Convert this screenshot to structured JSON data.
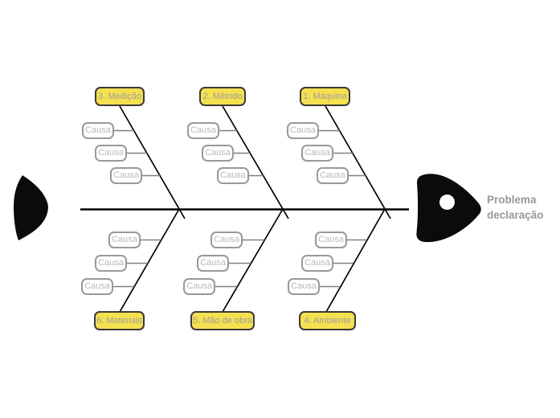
{
  "diagram": {
    "type": "fishbone-ishikawa",
    "problem": {
      "line1": "Problema",
      "line2": "declaração"
    },
    "categories": [
      {
        "label": "3. Medição",
        "position": "top",
        "causes": [
          "Causa",
          "Causa",
          "Causa"
        ]
      },
      {
        "label": "2. Método",
        "position": "top",
        "causes": [
          "Causa",
          "Causa",
          "Causa"
        ]
      },
      {
        "label": "1. Máquina",
        "position": "top",
        "causes": [
          "Causa",
          "Causa",
          "Causa"
        ]
      },
      {
        "label": "6. Materiais",
        "position": "bottom",
        "causes": [
          "Causa",
          "Causa",
          "Causa"
        ]
      },
      {
        "label": "5. Mão de obra",
        "position": "bottom",
        "causes": [
          "Causa",
          "Causa",
          "Causa"
        ]
      },
      {
        "label": "4. Ambiente",
        "position": "bottom",
        "causes": [
          "Causa",
          "Causa",
          "Causa"
        ]
      }
    ],
    "colors": {
      "category_fill": "#F5E050",
      "category_border": "#3a3a3a",
      "category_text": "#9e9e9e",
      "cause_border": "#999999",
      "cause_text": "#b9b9b9",
      "spine_and_branches": "#000000",
      "connector": "#808080",
      "problem_text": "#999999",
      "fish_shape": "#0b0b0b"
    }
  }
}
